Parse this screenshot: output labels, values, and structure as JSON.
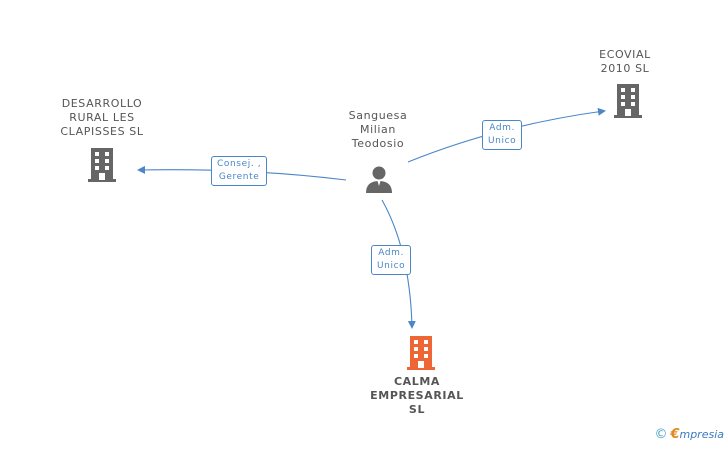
{
  "nodes": {
    "person": {
      "name_lines": [
        "Sanguesa",
        "Milian",
        "Teodosio"
      ],
      "icon": "person-icon",
      "color": "#666666"
    },
    "desarrollo": {
      "name_lines": [
        "DESARROLLO",
        "RURAL LES",
        "CLAPISSES SL"
      ],
      "icon": "building-icon",
      "color": "#666666"
    },
    "ecovial": {
      "name_lines": [
        "ECOVIAL",
        "2010 SL"
      ],
      "icon": "building-icon",
      "color": "#666666"
    },
    "calma": {
      "name_lines": [
        "CALMA",
        "EMPRESARIAL",
        "SL"
      ],
      "icon": "building-icon",
      "color": "#ee6633"
    }
  },
  "edges": {
    "to_desarrollo": {
      "label_lines": [
        "Consej. ,",
        "Gerente"
      ]
    },
    "to_ecovial": {
      "label_lines": [
        "Adm.",
        "Unico"
      ]
    },
    "to_calma": {
      "label_lines": [
        "Adm.",
        "Unico"
      ]
    }
  },
  "colors": {
    "edge": "#4a86c8",
    "accent": "#ee6633"
  },
  "footer": {
    "copyright": "©",
    "brand_initial": "€",
    "brand_rest": "mpresia"
  }
}
